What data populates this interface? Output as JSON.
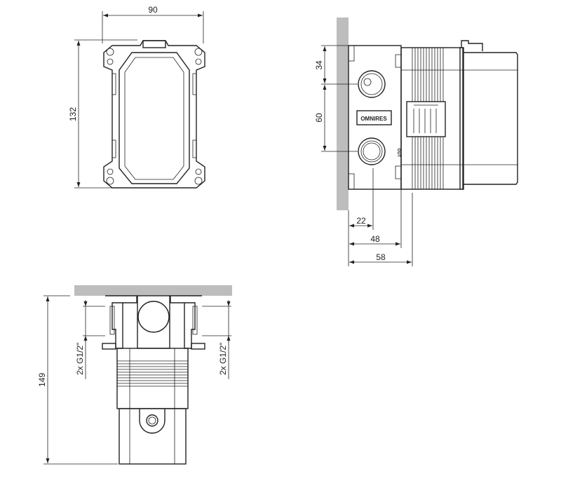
{
  "front_view": {
    "width_label": "90",
    "height_label": "132"
  },
  "side_view": {
    "top_offset_label": "34",
    "port_spacing_label": "60",
    "depth_port_label": "22",
    "depth_body_label": "48",
    "depth_thread_label": "58",
    "brand_label": "OMNIRES",
    "port_label": "OUT"
  },
  "bottom_view": {
    "total_height_label": "149",
    "left_port_label": "2x G1/2\"",
    "right_port_label": "2x G1/2\""
  },
  "colors": {
    "line": "#222222",
    "wall": "#bdbdbd"
  }
}
